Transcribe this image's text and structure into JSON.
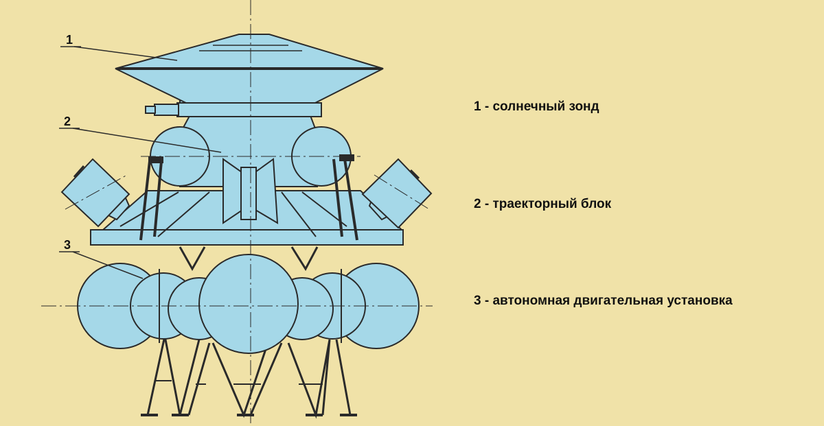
{
  "colors": {
    "background": "#f0e2a8",
    "component_fill": "#a5d8e8",
    "outline": "#2a2a2a"
  },
  "callouts": [
    {
      "number": "1"
    },
    {
      "number": "2"
    },
    {
      "number": "3"
    }
  ],
  "legend": [
    {
      "text": "1 - солнечный зонд"
    },
    {
      "text": "2 - траекторный блок"
    },
    {
      "text": "3 - автономная двигательная установка"
    }
  ]
}
